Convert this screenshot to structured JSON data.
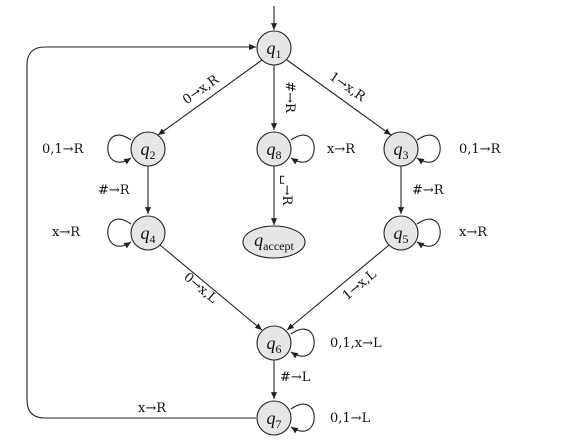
{
  "states": {
    "q1": {
      "base": "q",
      "sub": "1"
    },
    "q2": {
      "base": "q",
      "sub": "2"
    },
    "q3": {
      "base": "q",
      "sub": "3"
    },
    "q4": {
      "base": "q",
      "sub": "4"
    },
    "q5": {
      "base": "q",
      "sub": "5"
    },
    "q6": {
      "base": "q",
      "sub": "6"
    },
    "q7": {
      "base": "q",
      "sub": "7"
    },
    "q8": {
      "base": "q",
      "sub": "8"
    },
    "qaccept": {
      "base": "q",
      "sub": "accept"
    }
  },
  "transitions": {
    "q1_q2": "0→x,R",
    "q1_q8": "#→R",
    "q1_q3": "1→x,R",
    "q2_loop": "0,1→R",
    "q3_loop": "0,1→R",
    "q8_loop": "x→R",
    "q2_q4": "#→R",
    "q3_q5": "#→R",
    "q8_accept": "␣→R",
    "q4_loop": "x→R",
    "q5_loop": "x→R",
    "q4_q6": "0→x,L",
    "q5_q6": "1→x,L",
    "q6_loop": "0,1,x→L",
    "q6_q7": "#→L",
    "q7_loop": "0,1→L",
    "q7_q1": "x→R"
  }
}
